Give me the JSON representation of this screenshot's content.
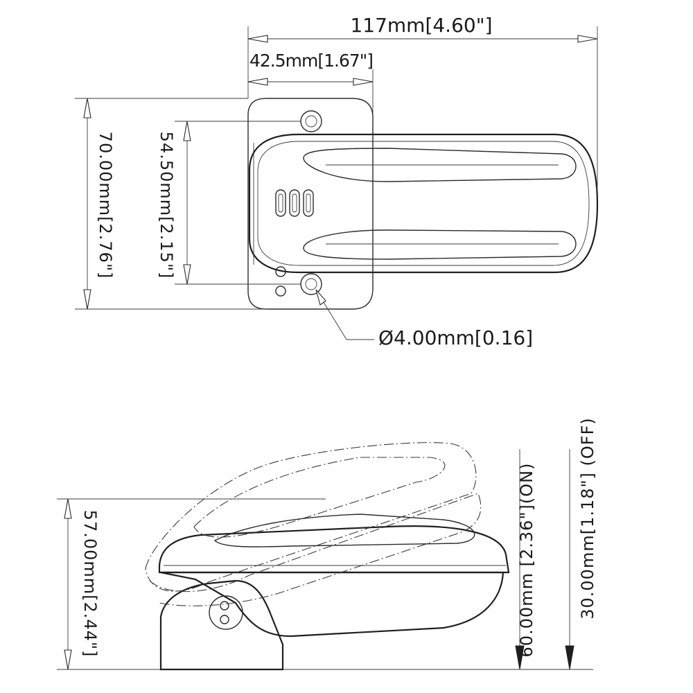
{
  "top_view": {
    "overall_width": "117mm[4.60\"]",
    "base_width": "42.5mm[1.67\"]",
    "overall_height": "70.00mm[2.76\"]",
    "hole_spacing": "54.50mm[2.15\"]",
    "hole_diameter": "Ø4.00mm[0.16]"
  },
  "side_view": {
    "total_height": "57.00mm[2.44\"]",
    "travel_on": "60.00mm [2.36\"](ON)",
    "travel_off": "30.00mm[1.18\"] (OFF)"
  },
  "colors": {
    "line": "#1f1f1f",
    "background": "#ffffff"
  }
}
